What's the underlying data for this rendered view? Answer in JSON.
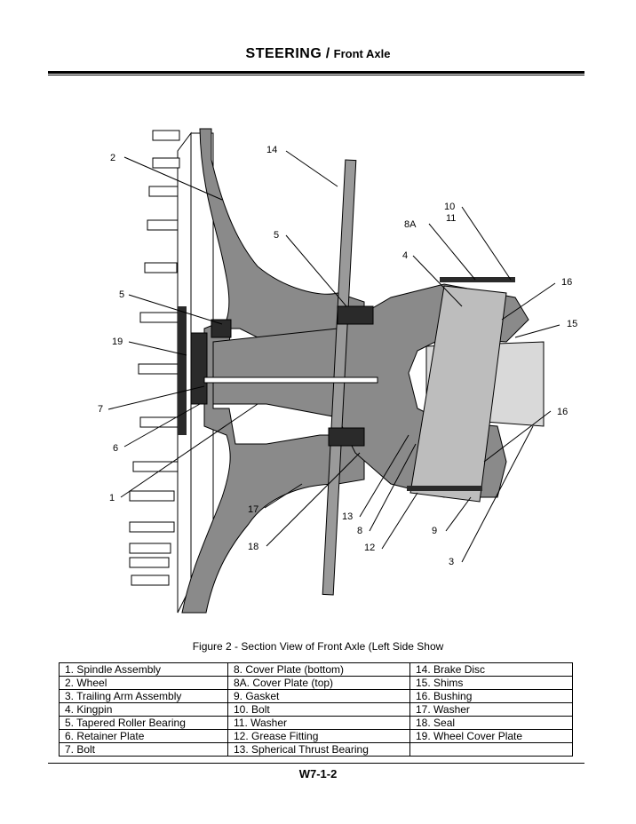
{
  "header": {
    "section": "STEERING",
    "separator": "/",
    "subsection": "Front Axle"
  },
  "figure": {
    "caption": "Figure 2 - Section View of Front Axle (Left Side Show",
    "callouts": [
      "2",
      "14",
      "10",
      "11",
      "8A",
      "4",
      "16",
      "15",
      "5",
      "5",
      "19",
      "7",
      "6",
      "1",
      "16",
      "17",
      "18",
      "13",
      "8",
      "12",
      "9",
      "3"
    ]
  },
  "legend": {
    "rows": [
      [
        "1.   Spindle Assembly",
        "8.   Cover Plate (bottom)",
        "14.   Brake Disc"
      ],
      [
        "2.   Wheel",
        "8A.   Cover Plate (top)",
        "15.   Shims"
      ],
      [
        "3.   Trailing Arm Assembly",
        "9.   Gasket",
        "16.   Bushing"
      ],
      [
        "4.   Kingpin",
        "10.   Bolt",
        "17.   Washer"
      ],
      [
        "5.   Tapered Roller Bearing",
        "11.   Washer",
        "18.   Seal"
      ],
      [
        "6.   Retainer Plate",
        "12.   Grease Fitting",
        "19.   Wheel Cover Plate"
      ],
      [
        "7.   Bolt",
        "13.   Spherical Thrust Bearing",
        ""
      ]
    ]
  },
  "footer": {
    "page_number": "W7-1-2"
  },
  "colors": {
    "part_gray": "#8a8a8a",
    "light_gray": "#d9d9d9",
    "dark": "#2a2a2a"
  }
}
